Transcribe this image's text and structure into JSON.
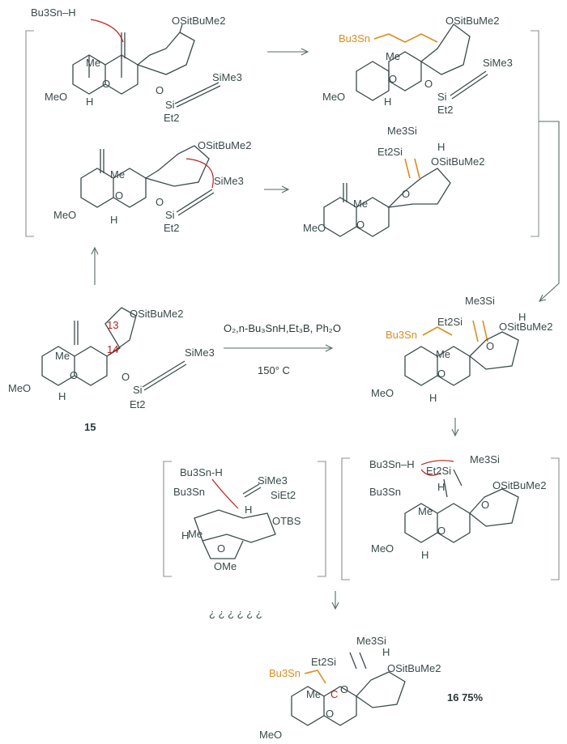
{
  "reagents": {
    "conditions_line1": "O₂,n-Bu₃SnH,Et₃B, Ph₂O",
    "conditions_line2": "150° C"
  },
  "compounds": {
    "start_label": "15",
    "product_label": "16 75%"
  },
  "labels": {
    "tin_hydride": "Bu3Sn–H",
    "tin_hydride_b": "Bu3Sn-H",
    "tin_hydride_c": "Bu3Sn–H",
    "otbs_group": "OSitBuMe2",
    "tms_group": "SiMe3",
    "methoxy": "MeO",
    "methyl": "Me",
    "oxygen": "O",
    "hydrogen": "H",
    "si": "Si",
    "et2": "Et2",
    "bu3sn": "Bu3Sn",
    "me3si": "Me3Si",
    "et2si": "Et2Si",
    "sieet2": "SiEt2",
    "otbs": "OTBS",
    "ome": "OMe",
    "atom13": "13",
    "atom14": "14",
    "atom_c": "C",
    "garbled_text": "¿ ¿ ¿ ¿ ¿ ¿"
  },
  "colors": {
    "ink": "#3b4a4a",
    "highlight": "#e08a1e",
    "electron_arrow": "#c0201a"
  }
}
